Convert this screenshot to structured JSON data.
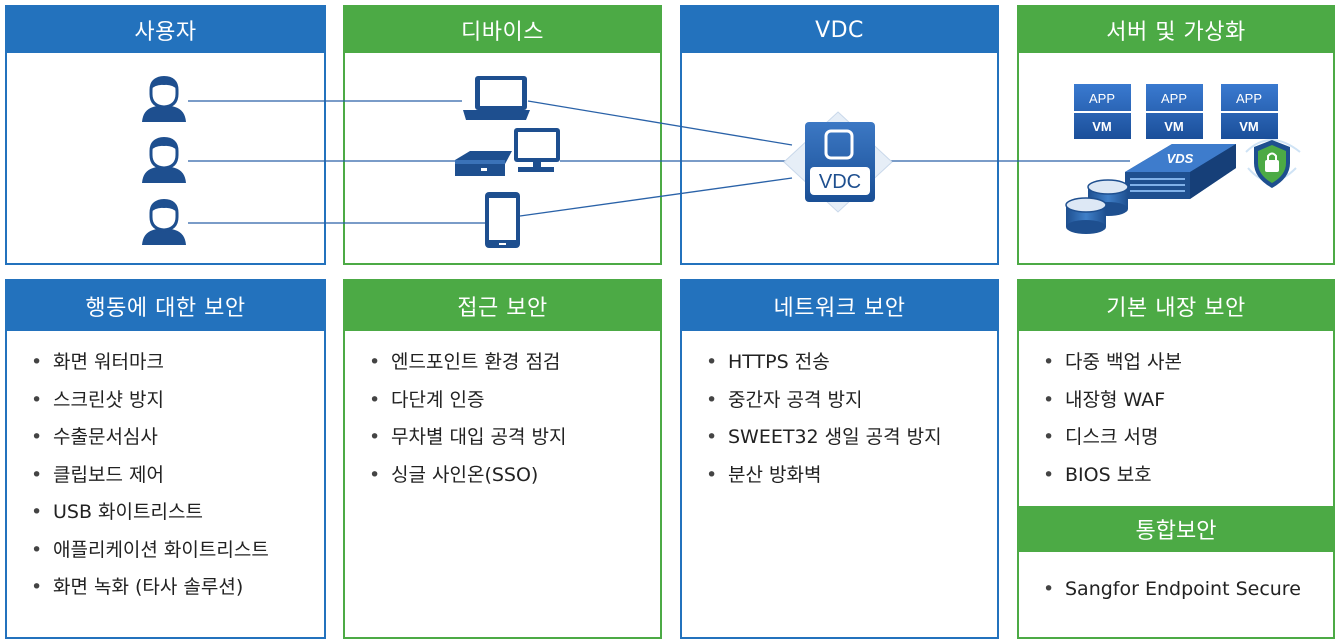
{
  "top_panels": [
    {
      "id": "users",
      "title": "사용자",
      "color": "#2372bd"
    },
    {
      "id": "devices",
      "title": "디바이스",
      "color": "#4caa45"
    },
    {
      "id": "vdc",
      "title": "VDC",
      "color": "#2372bd"
    },
    {
      "id": "servers",
      "title": "서버 및 가상화",
      "color": "#4caa45"
    }
  ],
  "vdc_box_label": "VDC",
  "server_tiles": [
    {
      "app": "APP",
      "vm": "VM"
    },
    {
      "app": "APP",
      "vm": "VM"
    },
    {
      "app": "APP",
      "vm": "VM"
    }
  ],
  "server_label": "VDS",
  "bottom_panels": [
    {
      "title": "행동에 대한 보안",
      "items": [
        "화면 워터마크",
        "스크린샷 방지",
        "수출문서심사",
        "클립보드 제어",
        "USB 화이트리스트",
        "애플리케이션 화이트리스트",
        "화면 녹화 (타사 솔루션)"
      ]
    },
    {
      "title": "접근 보안",
      "items": [
        "엔드포인트 환경 점검",
        "다단계 인증",
        "무차별 대입 공격 방지",
        "싱글 사인온(SSO)"
      ]
    },
    {
      "title": "네트워크 보안",
      "items": [
        "HTTPS 전송",
        "중간자 공격 방지",
        "SWEET32 생일 공격 방지",
        "분산 방화벽"
      ]
    },
    {
      "title": "기본 내장 보안",
      "items": [
        "다중 백업 사본",
        "내장형 WAF",
        "디스크 서명",
        "BIOS 보호"
      ],
      "sub_title": "통합보안",
      "sub_items": [
        "Sangfor Endpoint Secure"
      ]
    }
  ],
  "bullet_char": "•",
  "colors": {
    "blue": "#2372bd",
    "green": "#4caa45",
    "icon_dark": "#1e4f8f"
  }
}
